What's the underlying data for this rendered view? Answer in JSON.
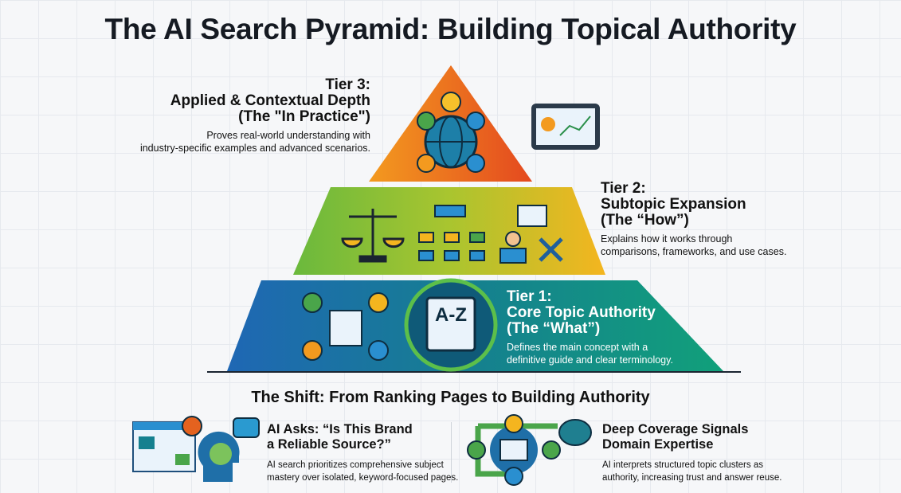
{
  "title": "The AI Search Pyramid: Building Topical Authority",
  "tiers": {
    "tier3": {
      "label": "Tier 3:",
      "name": "Applied & Contextual Depth",
      "sub": "(The \"In Practice\")",
      "desc1": "Proves real-world understanding with",
      "desc2": "industry-specific examples and advanced scenarios."
    },
    "tier2": {
      "label": "Tier 2:",
      "name": "Subtopic Expansion",
      "sub": "(The “How”)",
      "desc1": "Explains how it works through",
      "desc2": "comparisons, frameworks, and use cases."
    },
    "tier1": {
      "label": "Tier 1:",
      "name": "Core Topic Authority",
      "sub": "(The “What”)",
      "desc1": "Defines the main concept with a",
      "desc2": "definitive guide and clear terminology.",
      "badge": "A-Z"
    }
  },
  "shift": {
    "title": "The Shift: From Ranking Pages to Building Authority",
    "left": {
      "h1": "AI Asks: “Is This Brand",
      "h2": "a Reliable Source?”",
      "d1": "AI search prioritizes comprehensive subject",
      "d2": "mastery over isolated, keyword-focused pages."
    },
    "right": {
      "h1": "Deep Coverage Signals",
      "h2": "Domain Expertise",
      "d1": "AI interprets structured topic clusters as",
      "d2": "authority, increasing trust and answer reuse."
    }
  },
  "colors": {
    "tier3_left": "#f39a1f",
    "tier3_right": "#e4491f",
    "tier2_left": "#6ab93d",
    "tier2_right": "#f4b51f",
    "tier1_left": "#1f67b4",
    "tier1_right": "#11a07a"
  }
}
